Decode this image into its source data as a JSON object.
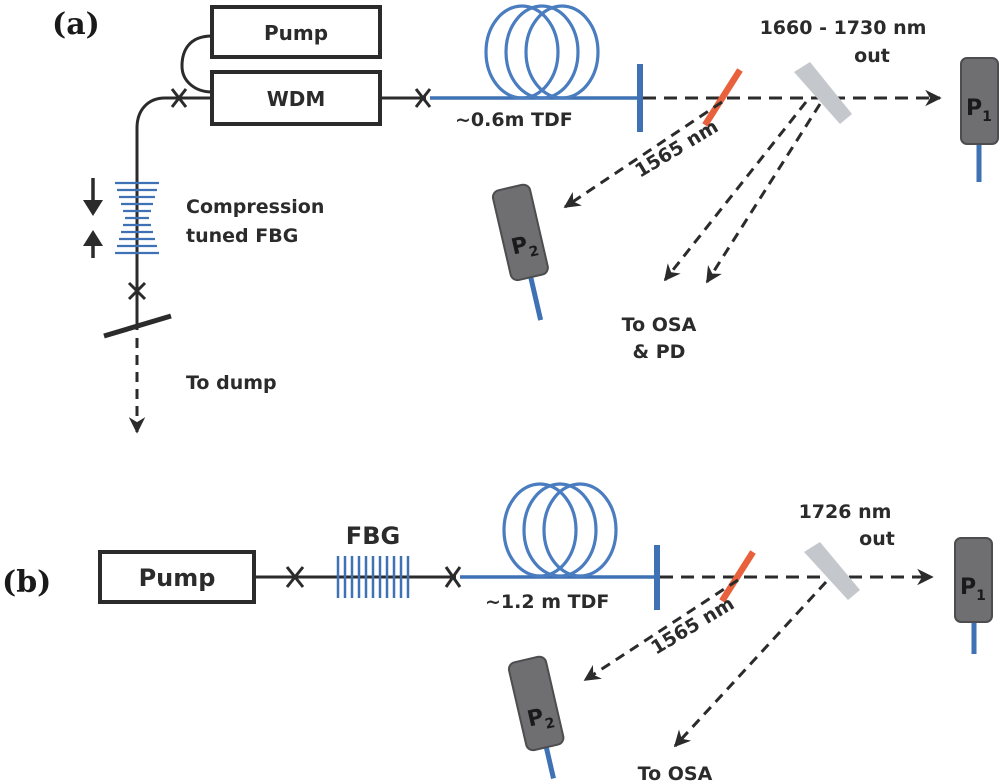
{
  "colors": {
    "fiber": "#3f72b4",
    "coil": "#4a7cc0",
    "line": "#2b2b2b",
    "dichroic_mirror": "#e8613c",
    "prism": "#c4c8cd",
    "detector": "#6f6f72",
    "detector_cap": "#4d4d50"
  },
  "panel_a": {
    "label": "(a)",
    "pump_label": "Pump",
    "wdm_label": "WDM",
    "fbg_label_line1": "Compression",
    "fbg_label_line2": "tuned FBG",
    "dump_label": "To dump",
    "tdf_label": "~0.6m TDF",
    "reflect_label": "1565 nm",
    "out_label_line1": "1660 - 1730 nm",
    "out_label_line2": "out",
    "osa_label_line1": "To OSA",
    "osa_label_line2": "& PD",
    "p1_label": "P",
    "p1_sub": "1",
    "p2_label": "P",
    "p2_sub": "2"
  },
  "panel_b": {
    "label": "(b)",
    "pump_label": "Pump",
    "fbg_label": "FBG",
    "tdf_label": "~1.2 m TDF",
    "reflect_label": "1565 nm",
    "out_label_line1": "1726 nm",
    "out_label_line2": "out",
    "osa_label": "To OSA",
    "p1_label": "P",
    "p1_sub": "1",
    "p2_label": "P",
    "p2_sub": "2"
  }
}
